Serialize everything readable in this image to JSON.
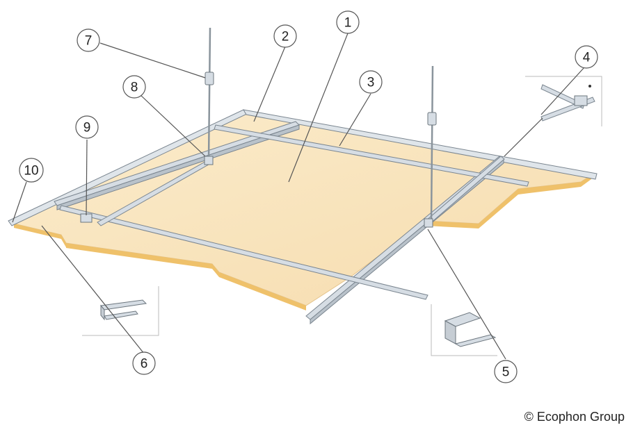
{
  "diagram": {
    "callouts": {
      "c1": "1",
      "c2": "2",
      "c3": "3",
      "c4": "4",
      "c5": "5",
      "c6": "6",
      "c7": "7",
      "c8": "8",
      "c9": "9",
      "c10": "10"
    },
    "colors": {
      "panel_face": "#f9e4bf",
      "panel_edge": "#efc16a",
      "grid_metal": "#d6dde4",
      "grid_outline": "#7a858f",
      "leader": "#555555"
    }
  },
  "copyright": "© Ecophon Group"
}
